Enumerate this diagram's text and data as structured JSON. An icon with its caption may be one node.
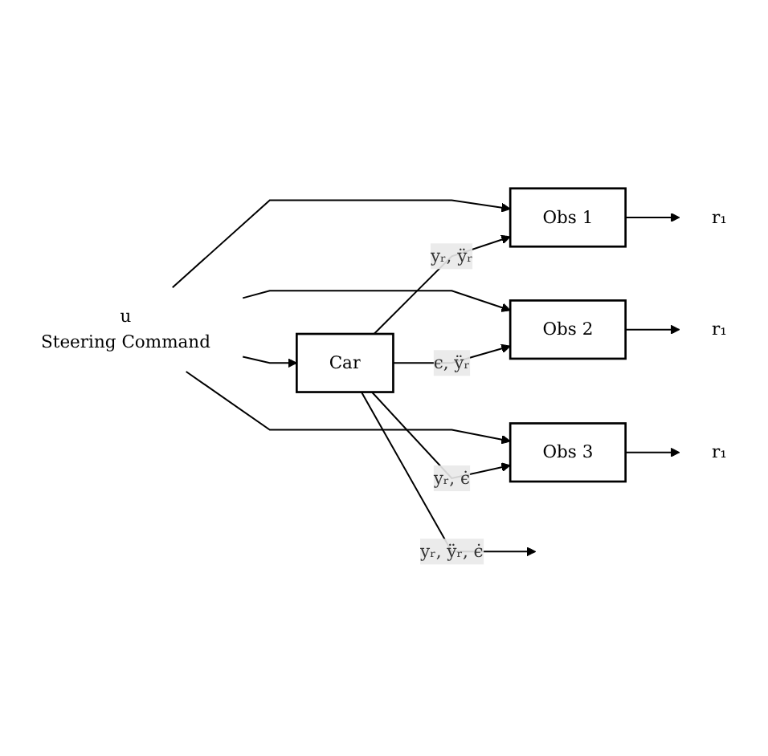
{
  "diagram": {
    "nodes": [
      {
        "text": [
          "u",
          "Steering Command"
        ]
      },
      {
        "text": [
          "Car"
        ]
      },
      {
        "text": [
          "Obs 1"
        ]
      },
      {
        "text": [
          "r₁"
        ]
      },
      {
        "text": [
          "Obs 2"
        ]
      },
      {
        "text": [
          "r₁"
        ]
      },
      {
        "text": [
          "Obs 3"
        ]
      },
      {
        "text": [
          "r₁"
        ]
      }
    ],
    "edges": [
      {
        "from": 0,
        "to": 1,
        "arrow": "to"
      },
      {
        "from": 1,
        "to": null,
        "label": "yᵣ, ÿᵣ, ϵ̇",
        "arrow": "to"
      },
      {
        "from": 0,
        "to": 2,
        "arrow": "to"
      },
      {
        "from": 1,
        "to": 2,
        "label": "yᵣ, ÿᵣ",
        "arrow": "to"
      },
      {
        "from": 2,
        "to": 3,
        "arrow": "to"
      },
      {
        "from": 0,
        "to": 4,
        "arrow": "to"
      },
      {
        "from": 1,
        "to": 4,
        "label": "ϵ, ÿᵣ",
        "arrow": "to"
      },
      {
        "from": 4,
        "to": 5,
        "arrow": "to"
      },
      {
        "from": 0,
        "to": 6,
        "arrow": "to"
      },
      {
        "from": 1,
        "to": 6,
        "label": "yᵣ, ϵ̇",
        "arrow": "to"
      },
      {
        "from": 6,
        "to": 7,
        "arrow": "to"
      }
    ]
  }
}
